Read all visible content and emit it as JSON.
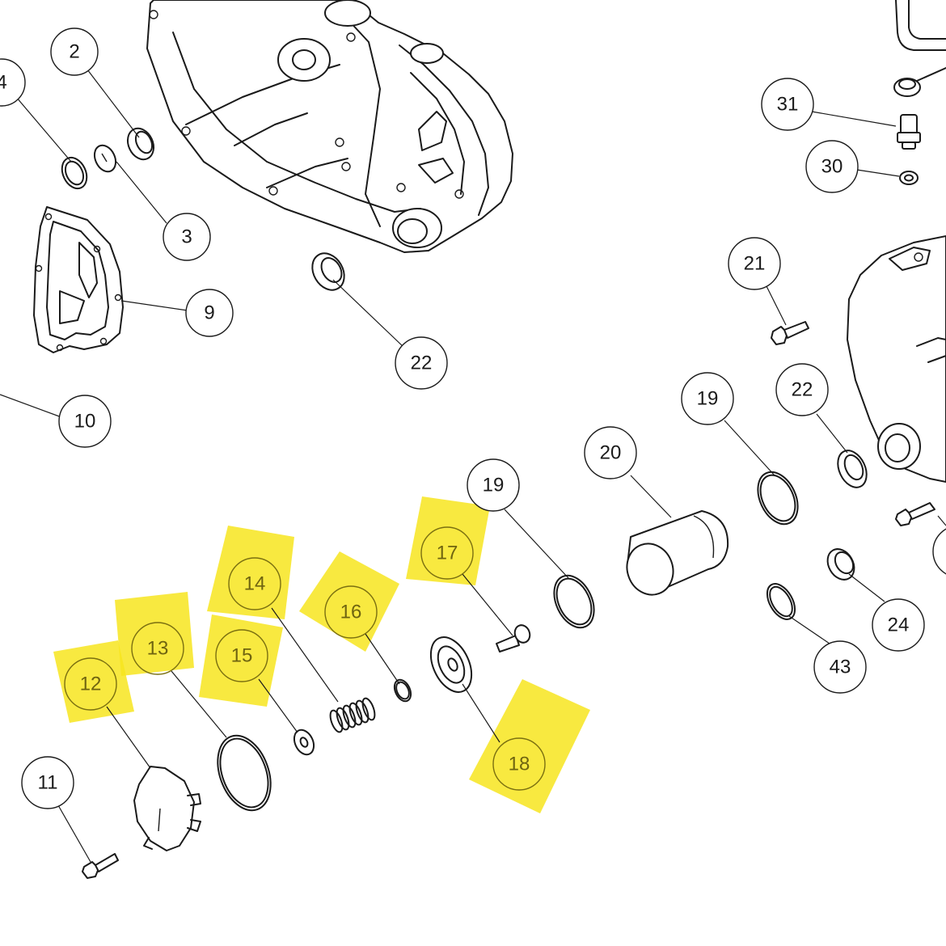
{
  "callouts": {
    "c4": "4",
    "c2": "2",
    "c3": "3",
    "c9": "9",
    "c10": "10",
    "c22a": "22",
    "c31": "31",
    "c30": "30",
    "c21": "21",
    "c19a": "19",
    "c22b": "22",
    "c20": "20",
    "c19b": "19",
    "c24": "24",
    "c43": "43",
    "c11": "11",
    "c12": "12",
    "c13": "13",
    "c14": "14",
    "c15": "15",
    "c16": "16",
    "c17": "17",
    "c18": "18"
  },
  "highlight_color": "#f7e51e"
}
